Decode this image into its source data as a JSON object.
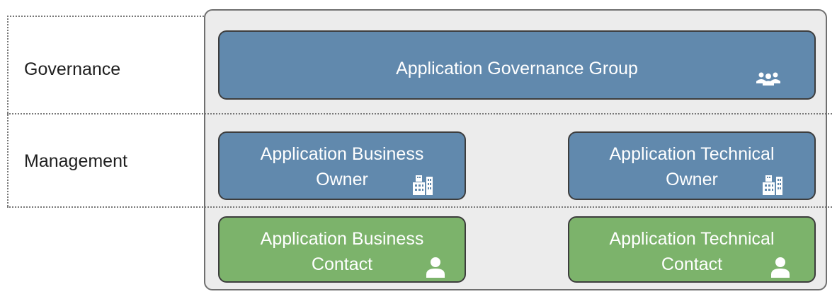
{
  "rows": {
    "governance_label": "Governance",
    "management_label": "Management"
  },
  "boxes": {
    "governance_group": {
      "label": "Application Governance Group",
      "icon": "group-icon",
      "color": "#6189ad"
    },
    "business_owner": {
      "line1": "Application Business",
      "line2": "Owner",
      "icon": "organization-icon",
      "color": "#6189ad"
    },
    "technical_owner": {
      "line1": "Application Technical",
      "line2": "Owner",
      "icon": "organization-icon",
      "color": "#6189ad"
    },
    "business_contact": {
      "line1": "Application Business",
      "line2": "Contact",
      "icon": "person-icon",
      "color": "#7cb36b"
    },
    "technical_contact": {
      "line1": "Application Technical",
      "line2": "Contact",
      "icon": "person-icon",
      "color": "#7cb36b"
    }
  }
}
